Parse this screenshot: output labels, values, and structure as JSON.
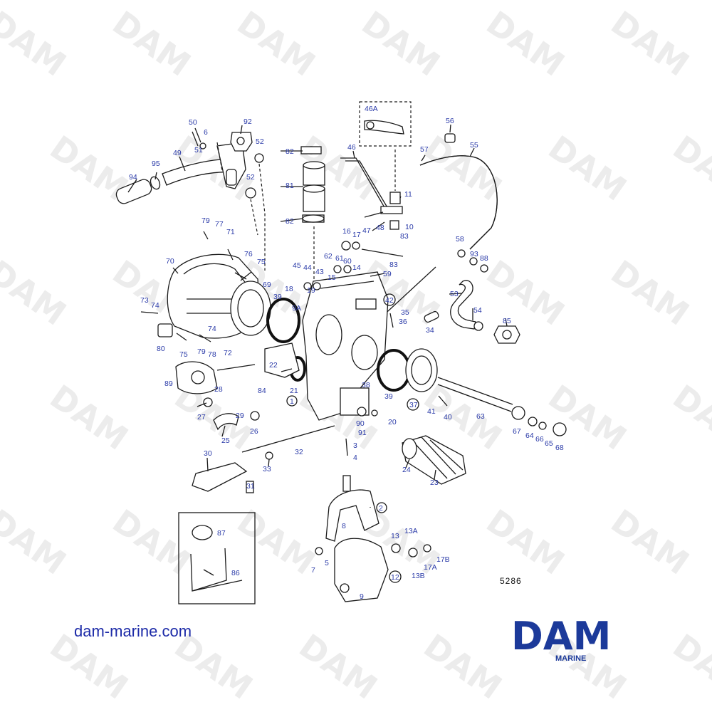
{
  "watermark": {
    "text": "DAM"
  },
  "labels": [
    "50",
    "6",
    "51",
    "49",
    "92",
    "52",
    "52",
    "95",
    "94",
    "82",
    "81",
    "82",
    "46A",
    "46",
    "11",
    "47",
    "48",
    "10",
    "83",
    "56",
    "57",
    "55",
    "79",
    "77",
    "71",
    "70",
    "76",
    "75",
    "69",
    "16",
    "17",
    "62",
    "61",
    "60",
    "45",
    "44",
    "43",
    "18",
    "19",
    "83",
    "59",
    "58",
    "93",
    "88",
    "53",
    "54",
    "85",
    "73",
    "74",
    "74",
    "39",
    "42",
    "15",
    "14",
    "35",
    "36",
    "34",
    "80",
    "75",
    "79",
    "78",
    "72",
    "9A",
    "22",
    "38",
    "21",
    "37",
    "39",
    "89",
    "84",
    "28",
    "27",
    "29",
    "26",
    "25",
    "90",
    "91",
    "20",
    "41",
    "40",
    "63",
    "67",
    "64",
    "66",
    "65",
    "68",
    "30",
    "32",
    "33",
    "31",
    "3",
    "4",
    "24",
    "23",
    "2",
    "8",
    "13",
    "13A",
    "7",
    "5",
    "17A",
    "17B",
    "13B",
    "12",
    "9",
    "87",
    "86",
    "1"
  ],
  "callouts": [
    {
      "id": "1",
      "circled": true
    },
    {
      "id": "2",
      "circled": true
    },
    {
      "id": "12",
      "circled": true
    },
    {
      "id": "37",
      "circled": true
    },
    {
      "id": "42",
      "circled": true
    }
  ],
  "drawing_number": "5286",
  "website": "dam-marine.com",
  "logo": {
    "word": "DAM",
    "subtitle": "MARINE",
    "color": "#1c3a9a"
  },
  "colors": {
    "label": "#2a3aa8",
    "link": "#1d2ba8",
    "line": "#1a1a1a"
  }
}
